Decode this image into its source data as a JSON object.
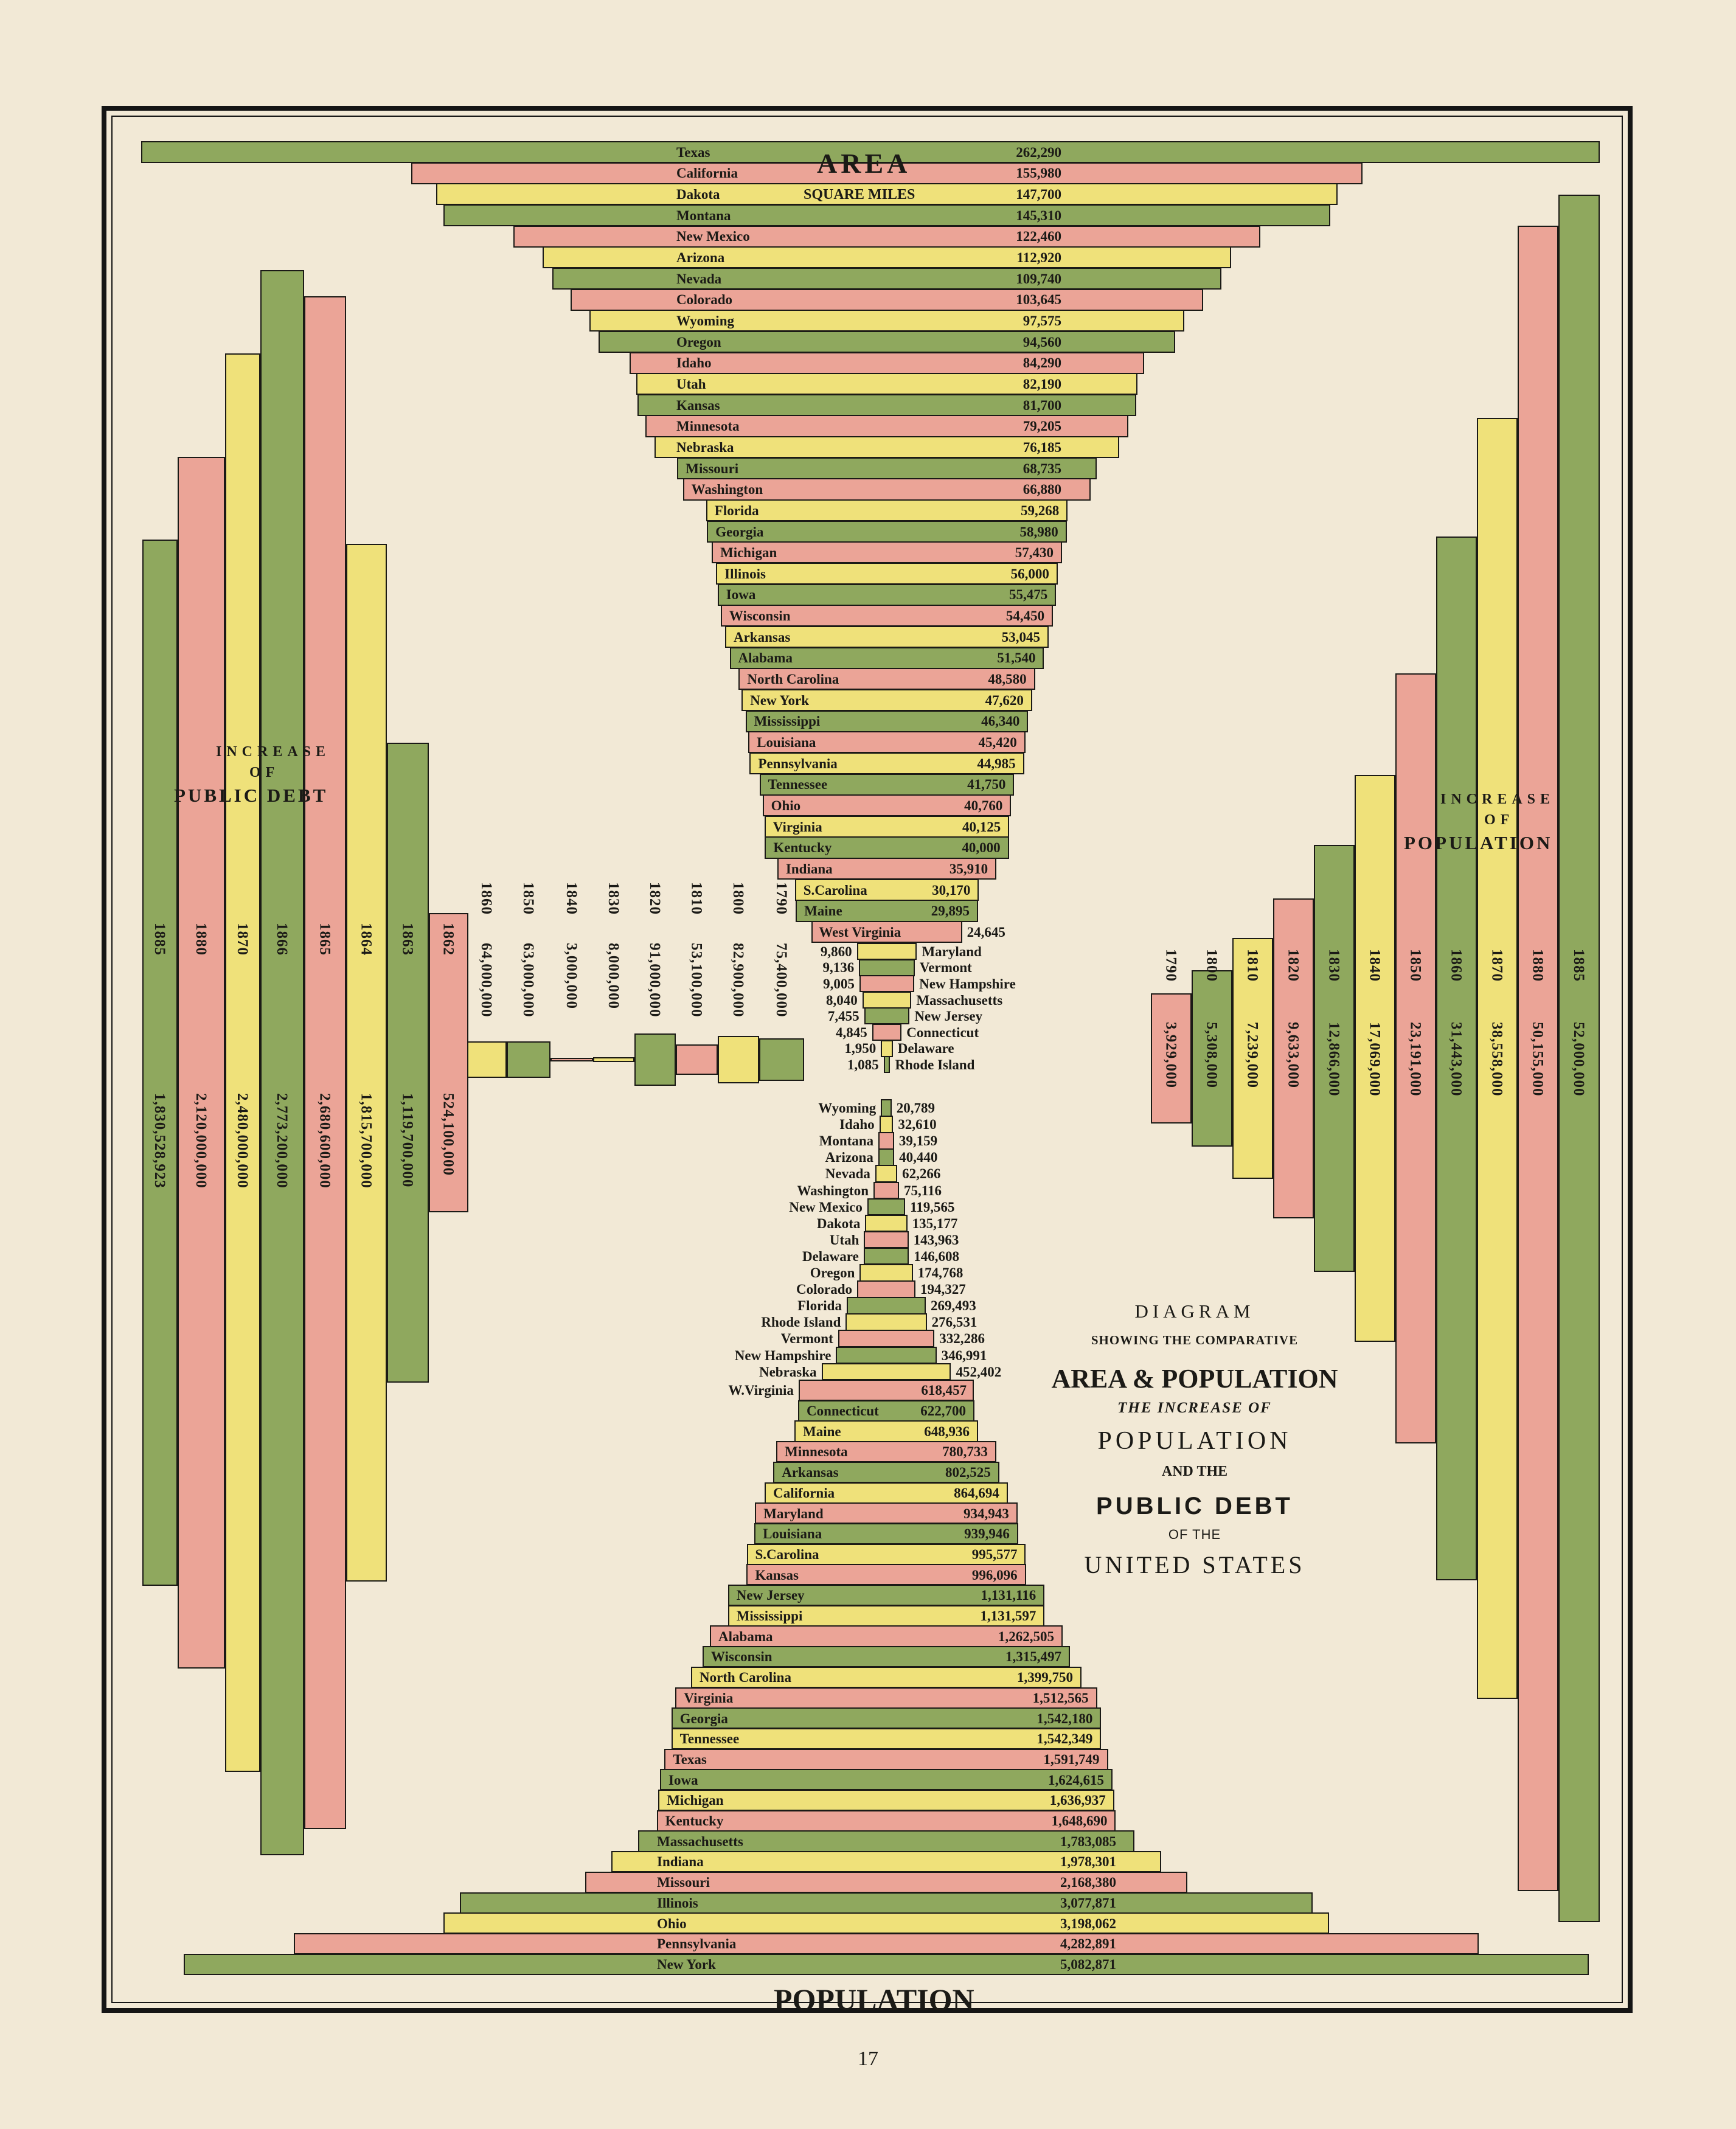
{
  "page_number": "17",
  "colors": {
    "green": "#8fa85e",
    "pink": "#eba497",
    "yellow": "#efe17a",
    "paper": "#f2e9d6",
    "ink": "#1b1a16"
  },
  "title_block": {
    "line1": "DIAGRAM",
    "line2": "SHOWING THE COMPARATIVE",
    "line3": "AREA & POPULATION",
    "line4": "THE INCREASE OF",
    "line5": "POPULATION",
    "line6": "AND THE",
    "line7": "PUBLIC DEBT",
    "line8": "OF THE",
    "line9": "UNITED STATES"
  },
  "chart_data": [
    {
      "type": "bar",
      "orientation": "horizontal",
      "title": "AREA",
      "subtitle": "SQUARE MILES",
      "categories": [
        "Texas",
        "California",
        "Dakota",
        "Montana",
        "New Mexico",
        "Arizona",
        "Nevada",
        "Colorado",
        "Wyoming",
        "Oregon",
        "Idaho",
        "Utah",
        "Kansas",
        "Minnesota",
        "Nebraska",
        "Missouri",
        "Washington",
        "Florida",
        "Georgia",
        "Michigan",
        "Illinois",
        "Iowa",
        "Wisconsin",
        "Arkansas",
        "Alabama",
        "North Carolina",
        "New York",
        "Mississippi",
        "Louisiana",
        "Pennsylvania",
        "Tennessee",
        "Ohio",
        "Virginia",
        "Kentucky",
        "Indiana",
        "S.Carolina",
        "Maine",
        "West Virginia",
        "Maryland",
        "Vermont",
        "New Hampshire",
        "Massachusetts",
        "New Jersey",
        "Connecticut",
        "Delaware",
        "Rhode Island"
      ],
      "values": [
        262290,
        155980,
        147700,
        145310,
        122460,
        112920,
        109740,
        103645,
        97575,
        94560,
        84290,
        82190,
        81700,
        79205,
        76185,
        68735,
        66880,
        59268,
        58980,
        57430,
        56000,
        55475,
        54450,
        53045,
        51540,
        48580,
        47620,
        46340,
        45420,
        44985,
        41750,
        40760,
        40125,
        40000,
        35910,
        30170,
        29895,
        24645,
        9860,
        9136,
        9005,
        8040,
        7455,
        4845,
        1950,
        1085
      ],
      "labels": [
        "262,290",
        "155,980",
        "147,700",
        "145,310",
        "122,460",
        "112,920",
        "109,740",
        "103,645",
        "97,575",
        "94,560",
        "84,290",
        "82,190",
        "81,700",
        "79,205",
        "76,185",
        "68,735",
        "66,880",
        "59,268",
        "58,980",
        "57,430",
        "56,000",
        "55,475",
        "54,450",
        "53,045",
        "51,540",
        "48,580",
        "47,620",
        "46,340",
        "45,420",
        "44,985",
        "41,750",
        "40,760",
        "40,125",
        "40,000",
        "35,910",
        "30,170",
        "29,895",
        "24,645",
        "9,860",
        "9,136",
        "9,005",
        "8,040",
        "7,455",
        "4,845",
        "1,950",
        "1,085"
      ]
    },
    {
      "type": "bar",
      "orientation": "horizontal",
      "title": "POPULATION",
      "categories": [
        "Wyoming",
        "Idaho",
        "Montana",
        "Arizona",
        "Nevada",
        "Washington",
        "New Mexico",
        "Dakota",
        "Utah",
        "Delaware",
        "Oregon",
        "Colorado",
        "Florida",
        "Rhode Island",
        "Vermont",
        "New Hampshire",
        "Nebraska",
        "W.Virginia",
        "Connecticut",
        "Maine",
        "Minnesota",
        "Arkansas",
        "California",
        "Maryland",
        "Louisiana",
        "S.Carolina",
        "Kansas",
        "New Jersey",
        "Mississippi",
        "Alabama",
        "Wisconsin",
        "North Carolina",
        "Virginia",
        "Georgia",
        "Tennessee",
        "Texas",
        "Iowa",
        "Michigan",
        "Kentucky",
        "Massachusetts",
        "Indiana",
        "Missouri",
        "Illinois",
        "Ohio",
        "Pennsylvania",
        "New York"
      ],
      "values": [
        20789,
        32610,
        39159,
        40440,
        62266,
        75116,
        119565,
        135177,
        143963,
        146608,
        174768,
        194327,
        269493,
        276531,
        332286,
        346991,
        452402,
        618457,
        622700,
        648936,
        780733,
        802525,
        864694,
        934943,
        939946,
        995577,
        996096,
        1131116,
        1131597,
        1262505,
        1315497,
        1399750,
        1512565,
        1542180,
        1542349,
        1591749,
        1624615,
        1636937,
        1648690,
        1783085,
        1978301,
        2168380,
        3077871,
        3198062,
        4282891,
        5082871
      ],
      "labels": [
        "20,789",
        "32,610",
        "39,159",
        "40,440",
        "62,266",
        "75,116",
        "119,565",
        "135,177",
        "143,963",
        "146,608",
        "174,768",
        "194,327",
        "269,493",
        "276,531",
        "332,286",
        "346,991",
        "452,402",
        "618,457",
        "622,700",
        "648,936",
        "780,733",
        "802,525",
        "864,694",
        "934,943",
        "939,946",
        "995,577",
        "996,096",
        "1,131,116",
        "1,131,597",
        "1,262,505",
        "1,315,497",
        "1,399,750",
        "1,512,565",
        "1,542,180",
        "1,542,349",
        "1,591,749",
        "1,624,615",
        "1,636,937",
        "1,648,690",
        "1,783,085",
        "1,978,301",
        "2,168,380",
        "3,077,871",
        "3,198,062",
        "4,282,891",
        "5,082,871"
      ]
    },
    {
      "type": "bar",
      "orientation": "vertical",
      "title_lines": [
        "INCREASE",
        "OF",
        "PUBLIC DEBT"
      ],
      "categories": [
        "1790",
        "1800",
        "1810",
        "1820",
        "1830",
        "1840",
        "1850",
        "1860",
        "1862",
        "1863",
        "1864",
        "1865",
        "1866",
        "1870",
        "1880",
        "1885"
      ],
      "values": [
        75400000,
        82900000,
        53100000,
        91000000,
        8000000,
        3000000,
        63000000,
        64000000,
        524100000,
        1119700000,
        1815700000,
        2680600000,
        2773200000,
        2480000000,
        2120000000,
        1830528923
      ],
      "labels": [
        "75,400,000",
        "82,900,000",
        "53,100,000",
        "91,000,000",
        "8,000,000",
        "3,000,000",
        "63,000,000",
        "64,000,000",
        "524,100,000",
        "1,119,700,000",
        "1,815,700,000",
        "2,680,600,000",
        "2,773,200,000",
        "2,480,000,000",
        "2,120,000,000",
        "1,830,528,923"
      ]
    },
    {
      "type": "bar",
      "orientation": "vertical",
      "title_lines": [
        "INCREASE",
        "OF",
        "POPULATION"
      ],
      "categories": [
        "1790",
        "1800",
        "1810",
        "1820",
        "1830",
        "1840",
        "1850",
        "1860",
        "1870",
        "1880",
        "1885"
      ],
      "values": [
        3929000,
        5308000,
        7239000,
        9633000,
        12866000,
        17069000,
        23191000,
        31443000,
        38558000,
        50155000,
        52000000
      ],
      "labels": [
        "3,929,000",
        "5,308,000",
        "7,239,000",
        "9,633,000",
        "12,866,000",
        "17,069,000",
        "23,191,000",
        "31,443,000",
        "38,558,000",
        "50,155,000",
        "52,000,000"
      ]
    }
  ]
}
